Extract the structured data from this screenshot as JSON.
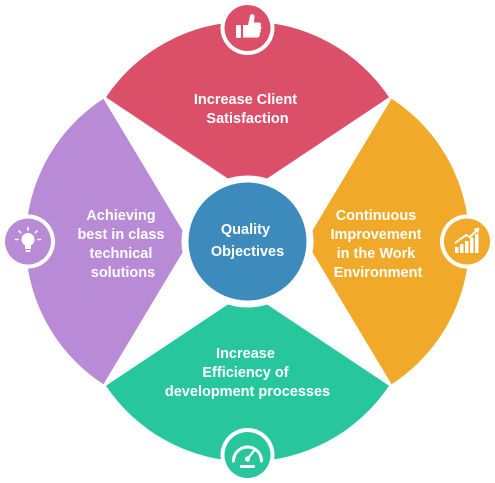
{
  "diagram": {
    "center": {
      "lines": [
        "Quality",
        "Objectives"
      ],
      "color": "#3d8bbd"
    },
    "segments": [
      {
        "id": "top",
        "lines": [
          "Increase Client",
          "Satisfaction"
        ],
        "color": "#dc4f68",
        "icon": "thumbs-up-icon"
      },
      {
        "id": "right",
        "lines": [
          "Continuous",
          "Improvement",
          "in the Work",
          "Environment"
        ],
        "color": "#f0a928",
        "icon": "bar-chart-icon"
      },
      {
        "id": "bottom",
        "lines": [
          "Increase",
          "Efficiency of",
          "development processes"
        ],
        "color": "#27c69c",
        "icon": "speedometer-icon"
      },
      {
        "id": "left",
        "lines": [
          "Achieving",
          "best in class",
          "technical",
          "solutions"
        ],
        "color": "#b98bd6",
        "icon": "lightbulb-icon"
      }
    ]
  }
}
